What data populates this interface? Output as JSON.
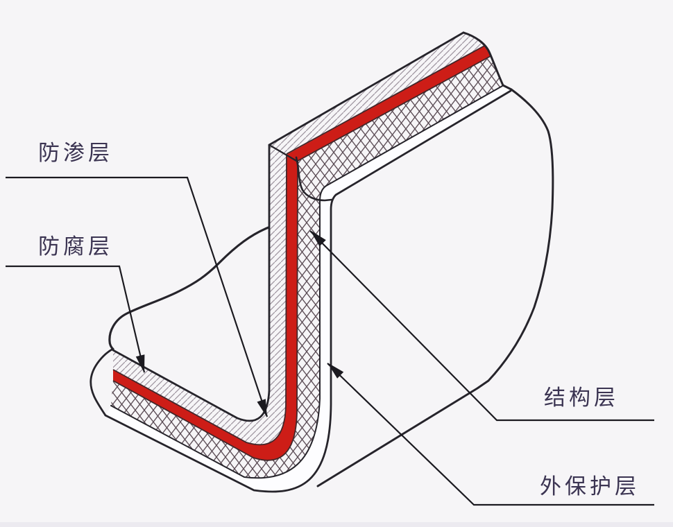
{
  "colors": {
    "background": "#f6f5f7",
    "ink": "#26242b",
    "leader": "#1b1a20",
    "red_layer": "#cd1d17",
    "red_edge": "#42272a",
    "hatch_line": "#9b919c",
    "crosshatch_line": "#5a4b54",
    "outer_strip": "#fdfdff",
    "text": "#3b3452",
    "bottom_strip": "#eceaf0"
  },
  "labels": {
    "seepage": {
      "text": "防渗层"
    },
    "corrosion": {
      "text": "防腐层"
    },
    "structure": {
      "text": "结构层"
    },
    "outer_protection": {
      "text": "外保护层"
    }
  }
}
